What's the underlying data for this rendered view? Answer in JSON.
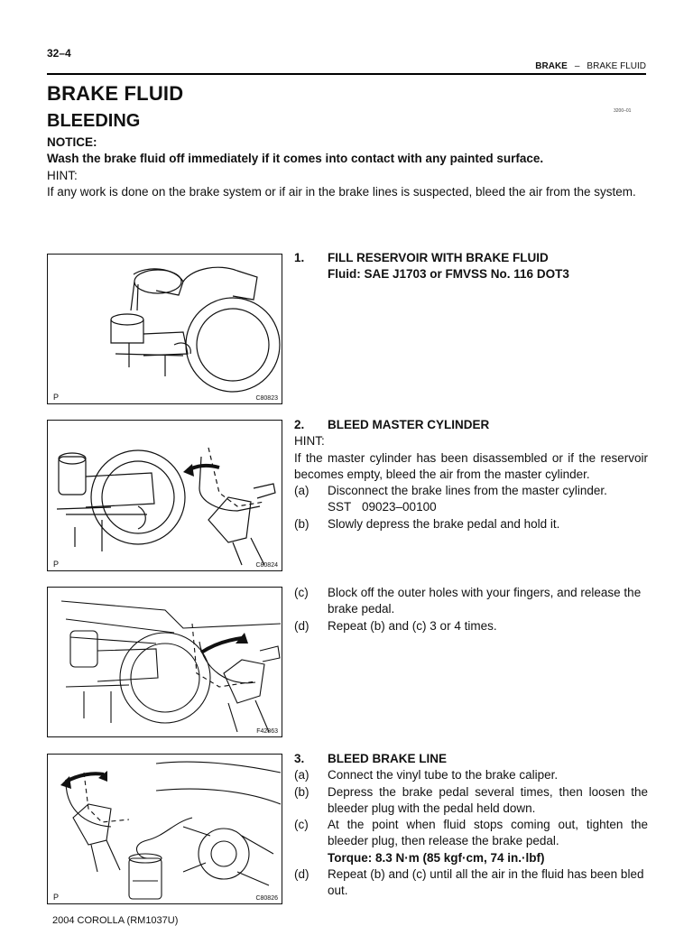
{
  "header": {
    "page_number": "32–4",
    "section": "BRAKE",
    "separator": "–",
    "subsection": "BRAKE FLUID"
  },
  "title": "BRAKE FLUID",
  "subtitle": "BLEEDING",
  "small_code": "3200–01",
  "notice": {
    "label": "NOTICE:",
    "text": "Wash the brake fluid off immediately if it comes into contact with any painted surface."
  },
  "hint": {
    "label": "HINT:",
    "text": "If any work is done on the brake system or if air in the brake lines is suspected, bleed the air from the system."
  },
  "figures": [
    {
      "letter": "P",
      "code": "C80823"
    },
    {
      "letter": "P",
      "code": "C80824"
    },
    {
      "letter": "",
      "code": "F42863"
    },
    {
      "letter": "P",
      "code": "C80826"
    }
  ],
  "steps": {
    "s1": {
      "num": "1.",
      "title": "FILL RESERVOIR WITH BRAKE FLUID",
      "fluid": "Fluid: SAE J1703 or FMVSS No. 116 DOT3"
    },
    "s2": {
      "num": "2.",
      "title": "BLEED MASTER CYLINDER",
      "hint_label": "HINT:",
      "hint_text": "If the master cylinder has been disassembled or if the reservoir becomes empty, bleed the air from the master cylinder.",
      "a_label": "(a)",
      "a_text": "Disconnect the brake lines from the master cylinder.",
      "sst_label": "SST",
      "sst_value": "09023–00100",
      "b_label": "(b)",
      "b_text": "Slowly depress the brake pedal and hold it.",
      "c_label": "(c)",
      "c_text": "Block off the outer holes with your fingers, and release the brake pedal.",
      "d_label": "(d)",
      "d_text": "Repeat (b) and (c) 3 or 4 times."
    },
    "s3": {
      "num": "3.",
      "title": "BLEED BRAKE LINE",
      "a_label": "(a)",
      "a_text": "Connect the vinyl tube to the brake caliper.",
      "b_label": "(b)",
      "b_text": "Depress the brake pedal several times, then loosen the bleeder plug with the pedal held down.",
      "c_label": "(c)",
      "c_text": "At the point when fluid stops coming out, tighten the bleeder plug, then release the brake pedal.",
      "torque": "Torque: 8.3 N·m (85 kgf·cm, 74 in.·lbf)",
      "d_label": "(d)",
      "d_text": "Repeat (b) and (c) until all the air in the fluid has been bled out."
    }
  },
  "footer": "2004 COROLLA   (RM1037U)"
}
